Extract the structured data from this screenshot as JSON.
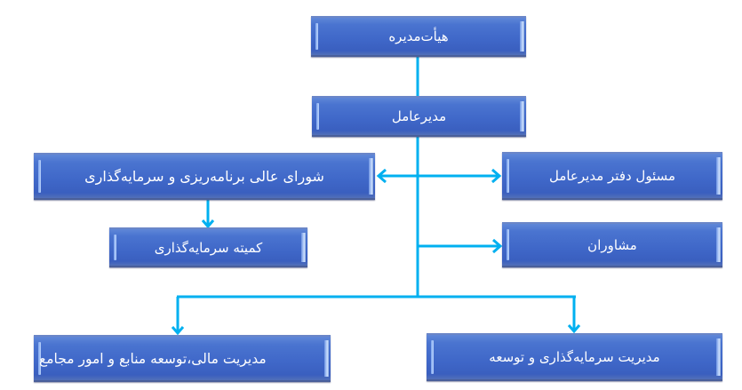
{
  "diagram": {
    "type": "org-chart",
    "direction": "rtl",
    "colors": {
      "box_fill": "#4170CC",
      "box_text": "#FFFFFF",
      "connector": "#00B0F0"
    },
    "nodes": {
      "board": {
        "label": "هیأت‌مدیره"
      },
      "ceo": {
        "label": "مدیرعامل"
      },
      "planning_council": {
        "label": "شورای عالی برنامه‌ریزی و سرمایه‌گذاری"
      },
      "ceo_office_head": {
        "label": "مسئول دفتر مدیرعامل"
      },
      "investment_committee": {
        "label": "کمیته سرمایه‌گذاری"
      },
      "advisors": {
        "label": "مشاوران"
      },
      "finance_management": {
        "label": "مدیریت مالی،توسعه منابع و امور مجامع"
      },
      "investment_development": {
        "label": "مدیریت سرمایه‌گذاری و توسعه"
      }
    },
    "edges": [
      {
        "from": "board",
        "to": "ceo"
      },
      {
        "from": "ceo",
        "to": "planning_council",
        "arrow": "end"
      },
      {
        "from": "ceo",
        "to": "ceo_office_head",
        "arrow": "end"
      },
      {
        "from": "planning_council",
        "to": "investment_committee",
        "arrow": "end"
      },
      {
        "from": "ceo",
        "to": "advisors",
        "arrow": "end"
      },
      {
        "from": "ceo",
        "to": "finance_management",
        "arrow": "end"
      },
      {
        "from": "ceo",
        "to": "investment_development",
        "arrow": "end"
      }
    ]
  }
}
